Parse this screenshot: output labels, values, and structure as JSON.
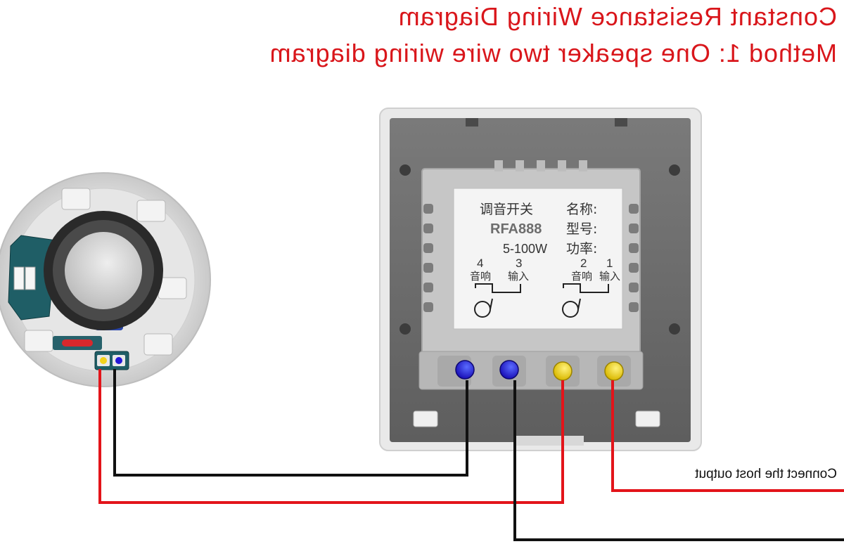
{
  "titles": {
    "line1": "Constant Resistance Wiring Diagram",
    "line2": "Method 1: One speaker two wire wiring diagram"
  },
  "switch_label": {
    "name_key": "名称:",
    "name_value": "调音开关",
    "model_key": "型号:",
    "model_value": "RFA888",
    "power_key": "功率:",
    "power_value": "5-100W",
    "terminals": [
      {
        "number": "1",
        "text": "输入"
      },
      {
        "number": "2",
        "text": "音响"
      },
      {
        "number": "3",
        "text": "输入"
      },
      {
        "number": "4",
        "text": "音响"
      }
    ]
  },
  "host_output_label": "Connect the host output",
  "colors": {
    "title": "#d9161b",
    "red_wire": "#e3141a",
    "black_wire": "#111111",
    "blue_terminal": "#2418d6",
    "yellow_terminal": "#f2d21c"
  },
  "icons": {
    "speaker": "ceiling-speaker-icon",
    "switch": "volume-switch-back-icon"
  }
}
